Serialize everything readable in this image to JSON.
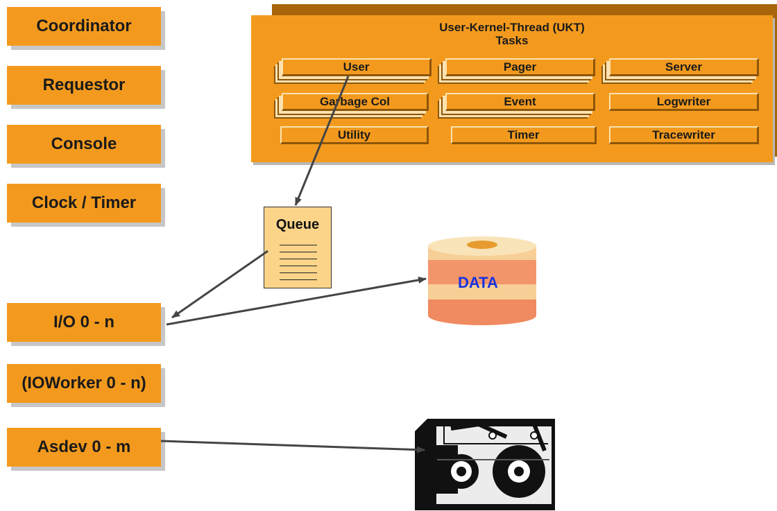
{
  "left_boxes": [
    "Coordinator",
    "Requestor",
    "Console",
    "Clock / Timer",
    "I/O 0 - n",
    "(IOWorker 0 - n)",
    "Asdev 0 - m"
  ],
  "ukt": {
    "title_line1": "User-Kernel-Thread (UKT)",
    "title_line2": "Tasks",
    "tasks": [
      "User",
      "Pager",
      "Server",
      "Garbage Col",
      "Event",
      "Logwriter",
      "Utility",
      "Timer",
      "Tracewriter"
    ]
  },
  "queue": {
    "label": "Queue"
  },
  "data": {
    "label": "DATA"
  },
  "colors": {
    "orange": "#f39a1e",
    "dark_orange": "#a8650c",
    "queue_fill": "#fbd48a",
    "data_text": "#1632e0"
  }
}
